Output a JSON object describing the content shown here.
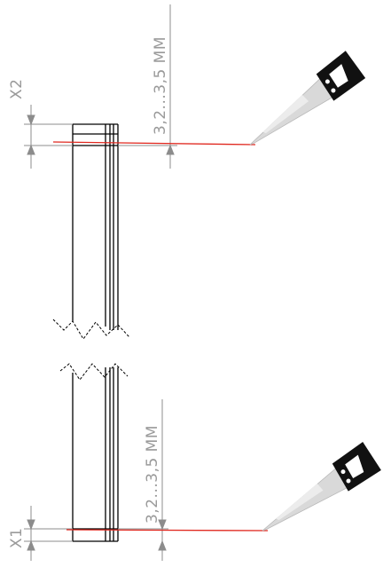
{
  "top_dimension": {
    "label": "X2",
    "size_text": "3,2...3,5 MM"
  },
  "bottom_dimension": {
    "label": "X1",
    "size_text": "3,2...3,5 MM"
  },
  "colors": {
    "outline": "#000000",
    "dimension": "#8c8c8c",
    "cut_line": "#e0281f",
    "saw_blade": "#d9d9d9",
    "saw_handle": "#111111"
  },
  "icons": {
    "top_saw": "hand-saw-icon",
    "bottom_saw": "hand-saw-icon"
  }
}
